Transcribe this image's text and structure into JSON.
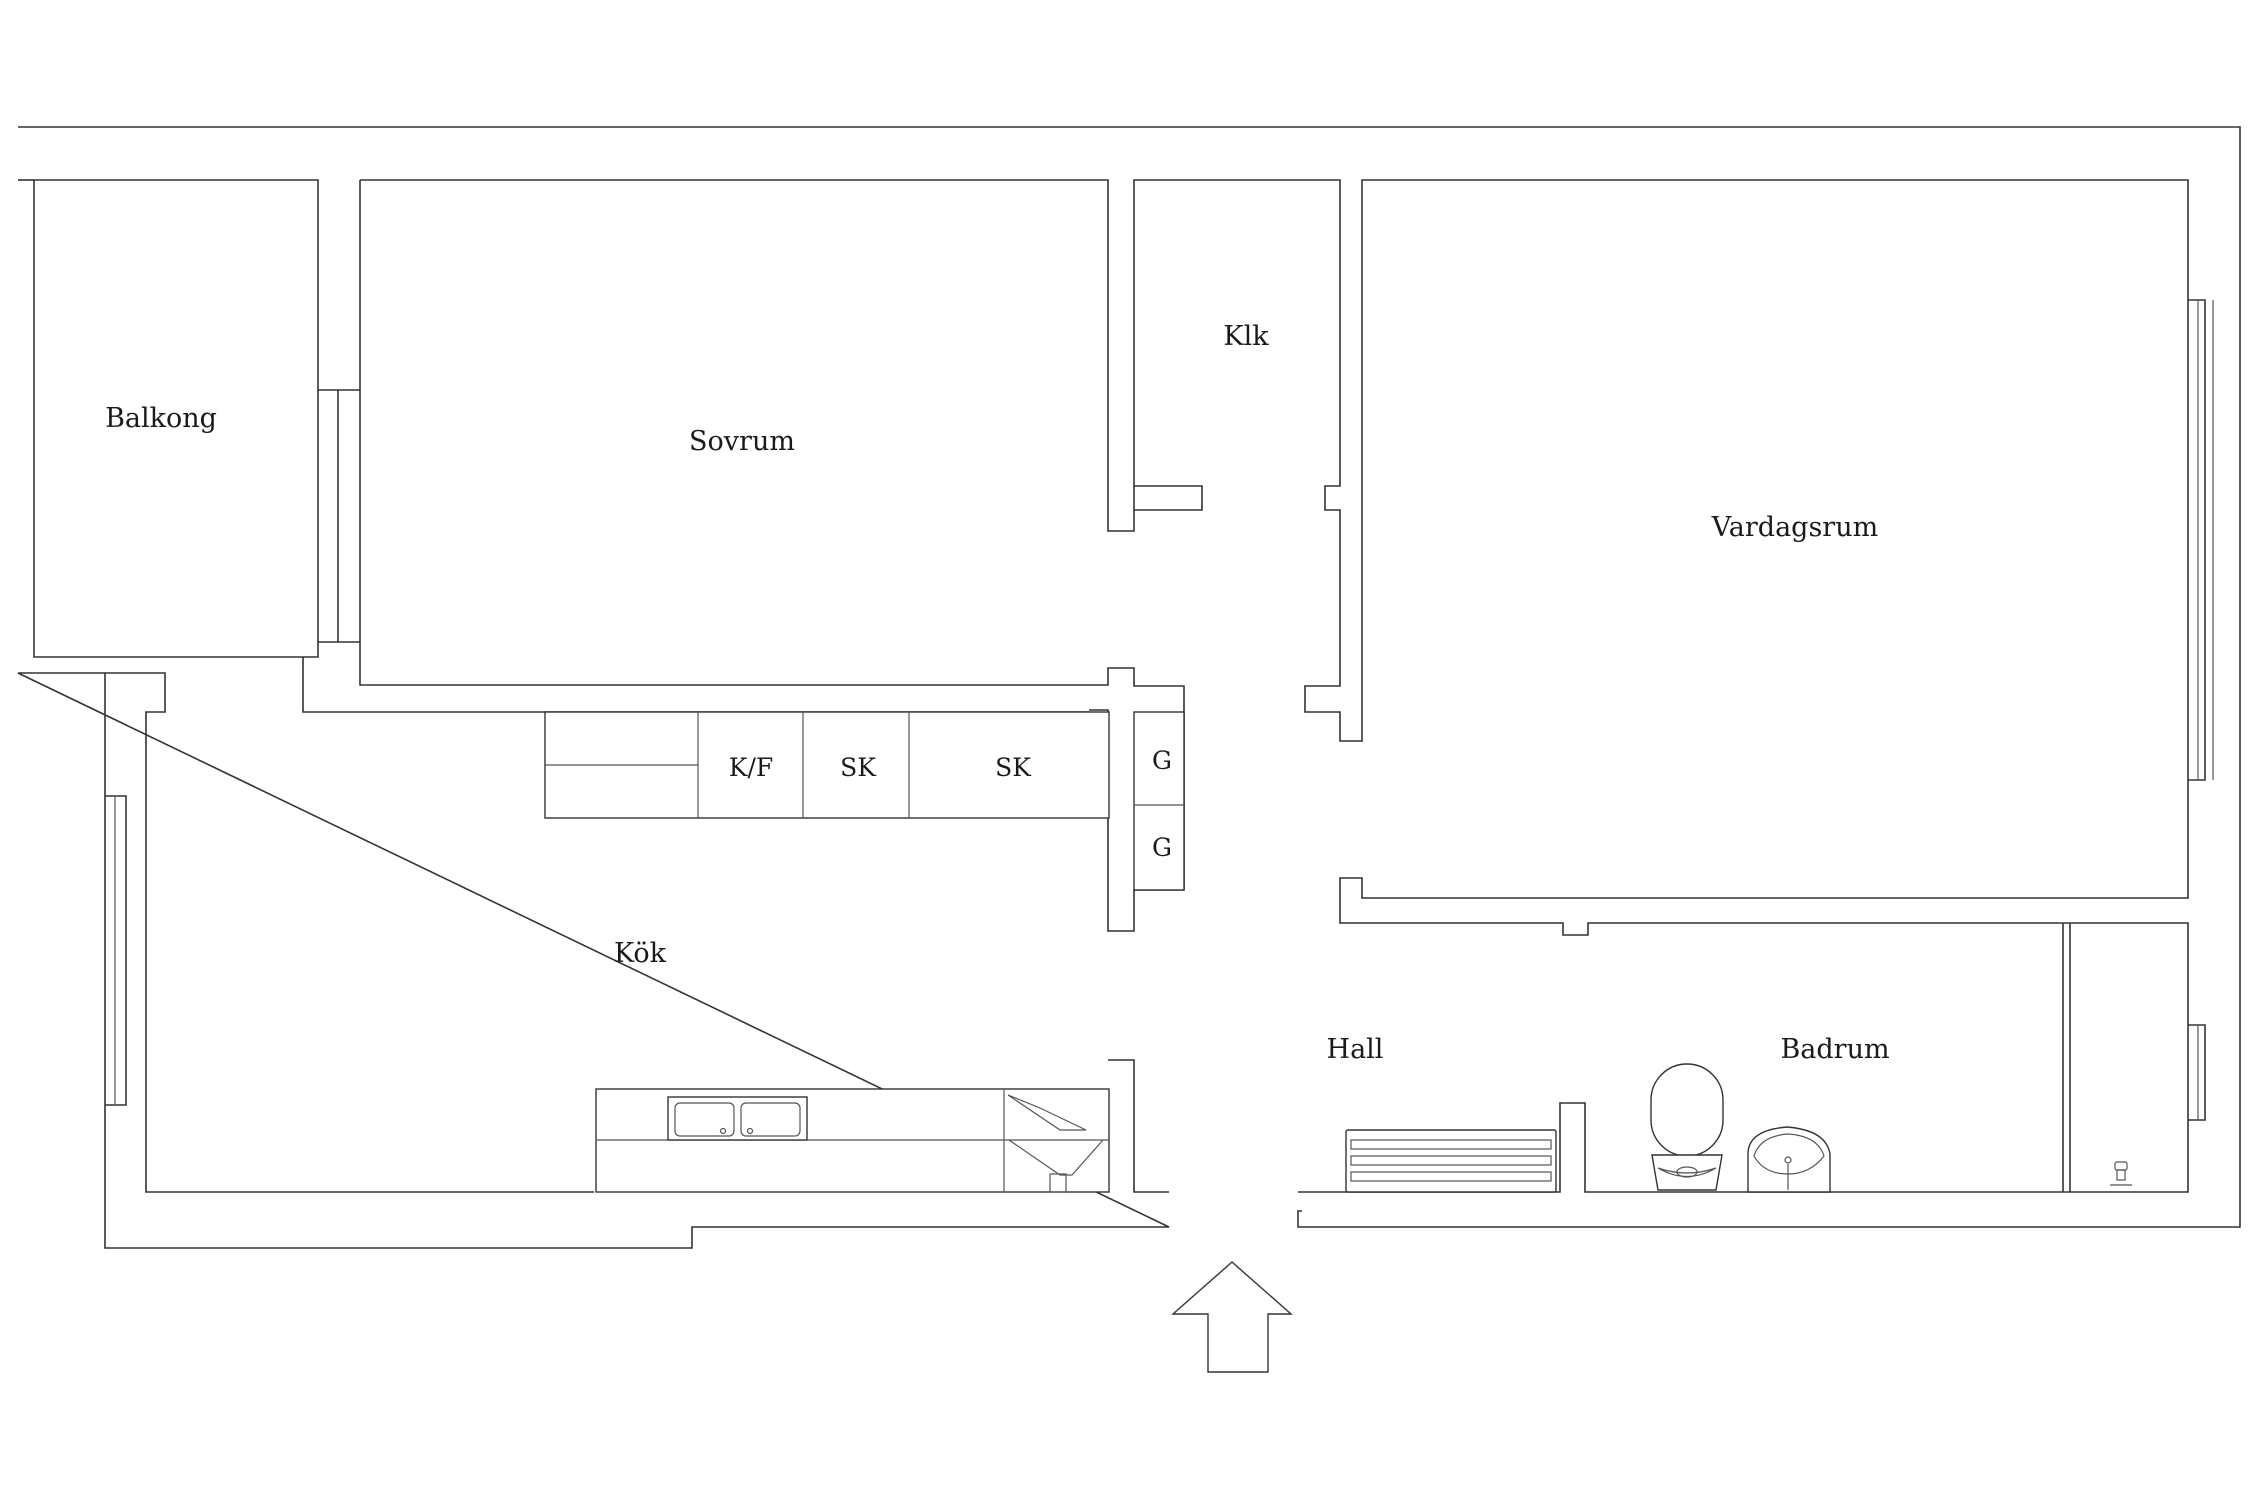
{
  "rooms": {
    "balkong": "Balkong",
    "sovrum": "Sovrum",
    "klk": "Klk",
    "vardagsrum": "Vardagsrum",
    "kok": "Kök",
    "hall": "Hall",
    "badrum": "Badrum"
  },
  "fixtures": {
    "fridge": "K/F",
    "cabinet_1": "SK",
    "cabinet_2": "SK",
    "wardrobe_1": "G",
    "wardrobe_2": "G"
  },
  "icons": {
    "entrance": "entrance-arrow-icon",
    "sink": "kitchen-sink-icon",
    "stove": "stove-hood-icon",
    "radiator": "radiator-icon",
    "toilet": "toilet-icon",
    "washbasin": "washbasin-icon",
    "tap": "tap-icon"
  }
}
